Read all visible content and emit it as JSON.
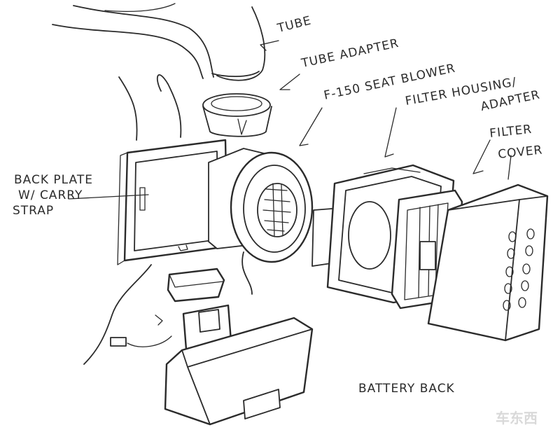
{
  "labels": {
    "tube": "TUBE",
    "tube_adapter": "TUBE ADAPTER",
    "seat_blower": "F-150 SEAT BLOWER",
    "filter_housing": "FILTER HOUSING/",
    "adapter": "ADAPTER",
    "filter": "FILTER",
    "cover": "COVER",
    "back_plate_1": "BACK PLATE",
    "back_plate_2": "W/ CARRY",
    "back_plate_3": "STRAP",
    "battery": "BATTERY BACK"
  },
  "watermark": "车东西",
  "colors": {
    "ink": "#2b2b2b",
    "paper": "#ffffff",
    "watermark": "#d9d9d9"
  }
}
